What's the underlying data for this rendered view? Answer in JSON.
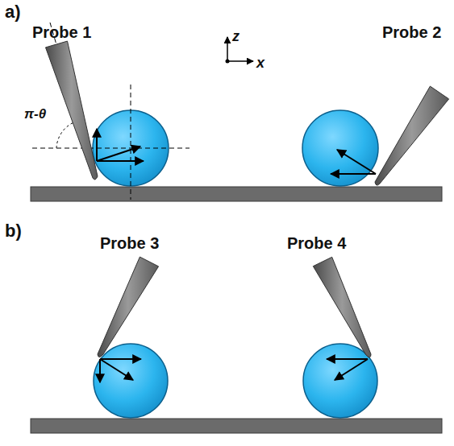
{
  "diagram": {
    "labels": [
      "a)",
      "Probe 1",
      "z",
      "x",
      "π-θ",
      "Probe 2",
      "b)",
      "Probe 3",
      "Probe 4"
    ]
  }
}
